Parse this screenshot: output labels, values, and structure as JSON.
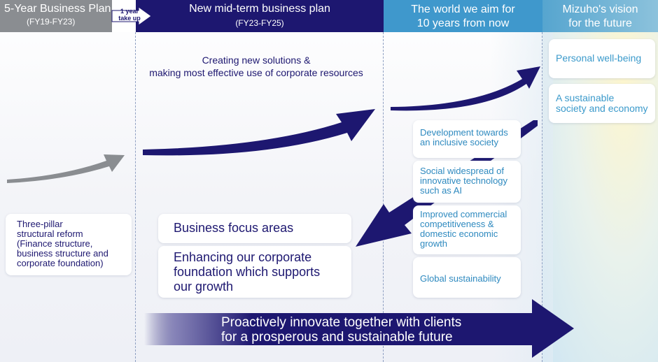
{
  "headers": {
    "five_year": {
      "title": "5-Year Business Plan",
      "period": "(FY19-FY23)"
    },
    "take_up": "1 year\ntake up",
    "mid_term": {
      "title": "New mid-term business plan",
      "period": "(FY23-FY25)"
    },
    "world": {
      "title": "The world we aim for\n10 years from now"
    },
    "vision": {
      "title": "Mizuho's vision\nfor the future"
    }
  },
  "reform_card": "Three-pillar\nstructural reform\n(Finance structure,\nbusiness structure and\ncorporate foundation)",
  "creating": "Creating new solutions &\nmaking most effective use of corporate resources",
  "focus_card": "Business focus areas",
  "foundation_card": "Enhancing our corporate\nfoundation which supports\nour growth",
  "world_items": [
    "Development towards\nan inclusive society",
    "Social widespread of\ninnovative technology\nsuch as AI",
    "Improved commercial\ncompetitiveness &\ndomestic economic\ngrowth",
    "Global sustainability"
  ],
  "vision_items": [
    "Personal well-being",
    "A sustainable\nsociety and economy"
  ],
  "bottom_banner": "Proactively innovate together with clients\nfor a prosperous and sustainable future",
  "colors": {
    "navy": "#1d1770",
    "gray": "#8a8d91",
    "blue": "#3f98cc",
    "light_blue_text": "#2d89bf",
    "vision_blue": "#56a5cf"
  }
}
